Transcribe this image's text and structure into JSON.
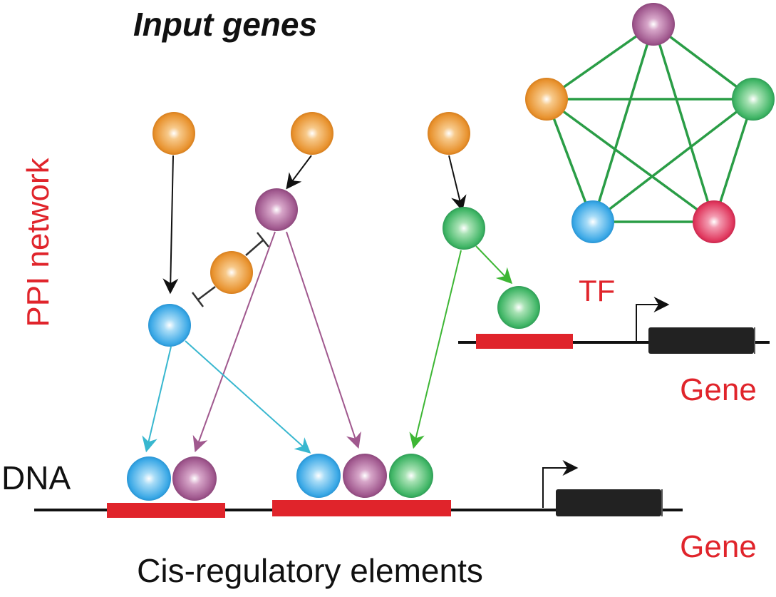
{
  "labels": {
    "input_genes": "Input genes",
    "ppi_network": "PPI network",
    "tf": "TF",
    "gene_upper": "Gene",
    "gene_lower": "Gene",
    "dna": "DNA",
    "cis_regulatory": "Cis-regulatory elements"
  },
  "colors": {
    "orange": "#e8922e",
    "purple": "#a0588e",
    "blue": "#3aa8e6",
    "green": "#3fb565",
    "pink": "#e0385e",
    "red_text": "#e0242b",
    "red_bar": "#e0242b",
    "network_edge": "#2a9d46",
    "cyan_arrow": "#38b7cf",
    "green_arrow": "#3db634",
    "purple_arrow": "#a0588e",
    "black": "#111111"
  }
}
